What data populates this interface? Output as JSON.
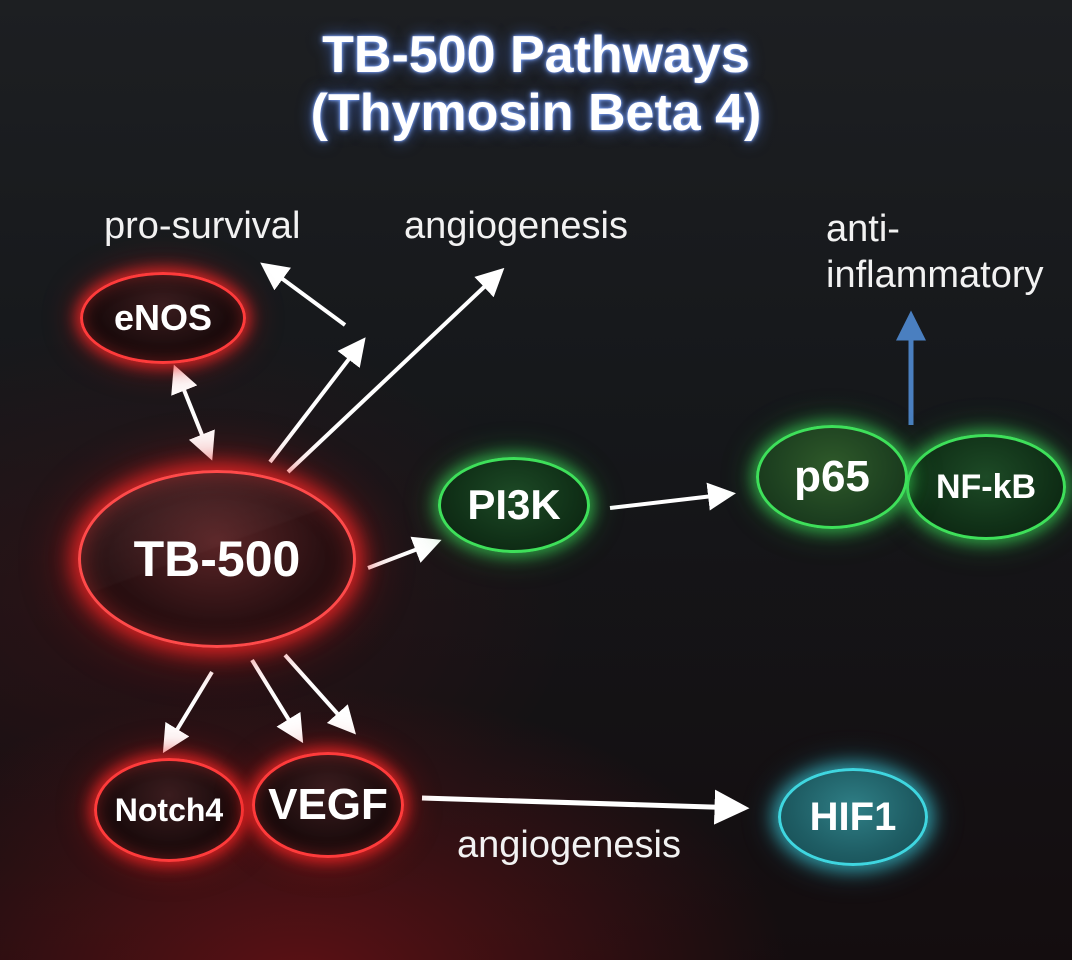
{
  "title": {
    "line1": "TB-500 Pathways",
    "line2": "(Thymosin Beta 4)"
  },
  "nodes": {
    "enos": "eNOS",
    "tb500": "TB-500",
    "pi3k": "PI3K",
    "p65": "p65",
    "nfkb": "NF-kB",
    "notch4": "Notch4",
    "vegf": "VEGF",
    "hif1": "HIF1"
  },
  "labels": {
    "pro_survival": "pro-survival",
    "angiogenesis_top": "angiogenesis",
    "anti_inflammatory_1": "anti-",
    "anti_inflammatory_2": "inflammatory",
    "angiogenesis_bottom": "angiogenesis"
  },
  "colors": {
    "red_node": "#ff3b3b",
    "green_node": "#3ee05a",
    "teal_node": "#3fd6e0",
    "arrow": "#ffffff",
    "blue_arrow": "#4a7fc0"
  }
}
